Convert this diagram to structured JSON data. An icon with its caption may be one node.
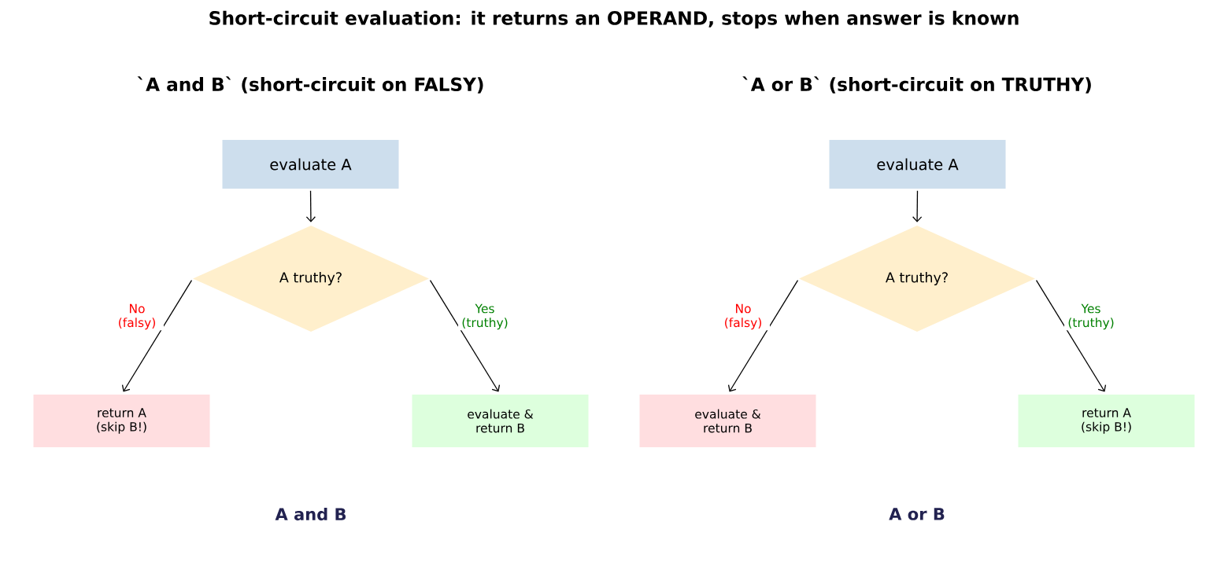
{
  "diagram": {
    "title": "Short-circuit evaluation: it returns an OPERAND, stops when answer is known",
    "nodes": [
      {
        "text": [
          "evaluate A"
        ]
      },
      {
        "text": [
          "A truthy?"
        ]
      },
      {
        "text": [
          "return A (skip B!)"
        ]
      },
      {
        "text": [
          "evaluate & return B"
        ]
      },
      {
        "text": [
          "evaluate A"
        ]
      },
      {
        "text": [
          "A truthy?"
        ]
      },
      {
        "text": [
          "evaluate & return B"
        ]
      },
      {
        "text": [
          "return A (skip B!)"
        ]
      }
    ],
    "edges": [
      {
        "from": 0,
        "to": 1,
        "arrow": "to"
      },
      {
        "from": 1,
        "to": 2,
        "arrow": "to",
        "label": "No (falsy)"
      },
      {
        "from": 1,
        "to": 3,
        "arrow": "to",
        "label": "Yes (truthy)"
      },
      {
        "from": 4,
        "to": 5,
        "arrow": "to"
      },
      {
        "from": 5,
        "to": 6,
        "arrow": "to",
        "label": "No (falsy)"
      },
      {
        "from": 5,
        "to": 7,
        "arrow": "to",
        "label": "Yes (truthy)"
      }
    ],
    "labels": [
      "`A and B`  (short-circuit on FALSY)",
      "`A or B`  (short-circuit on TRUTHY)",
      "A and B",
      "A or B"
    ]
  }
}
